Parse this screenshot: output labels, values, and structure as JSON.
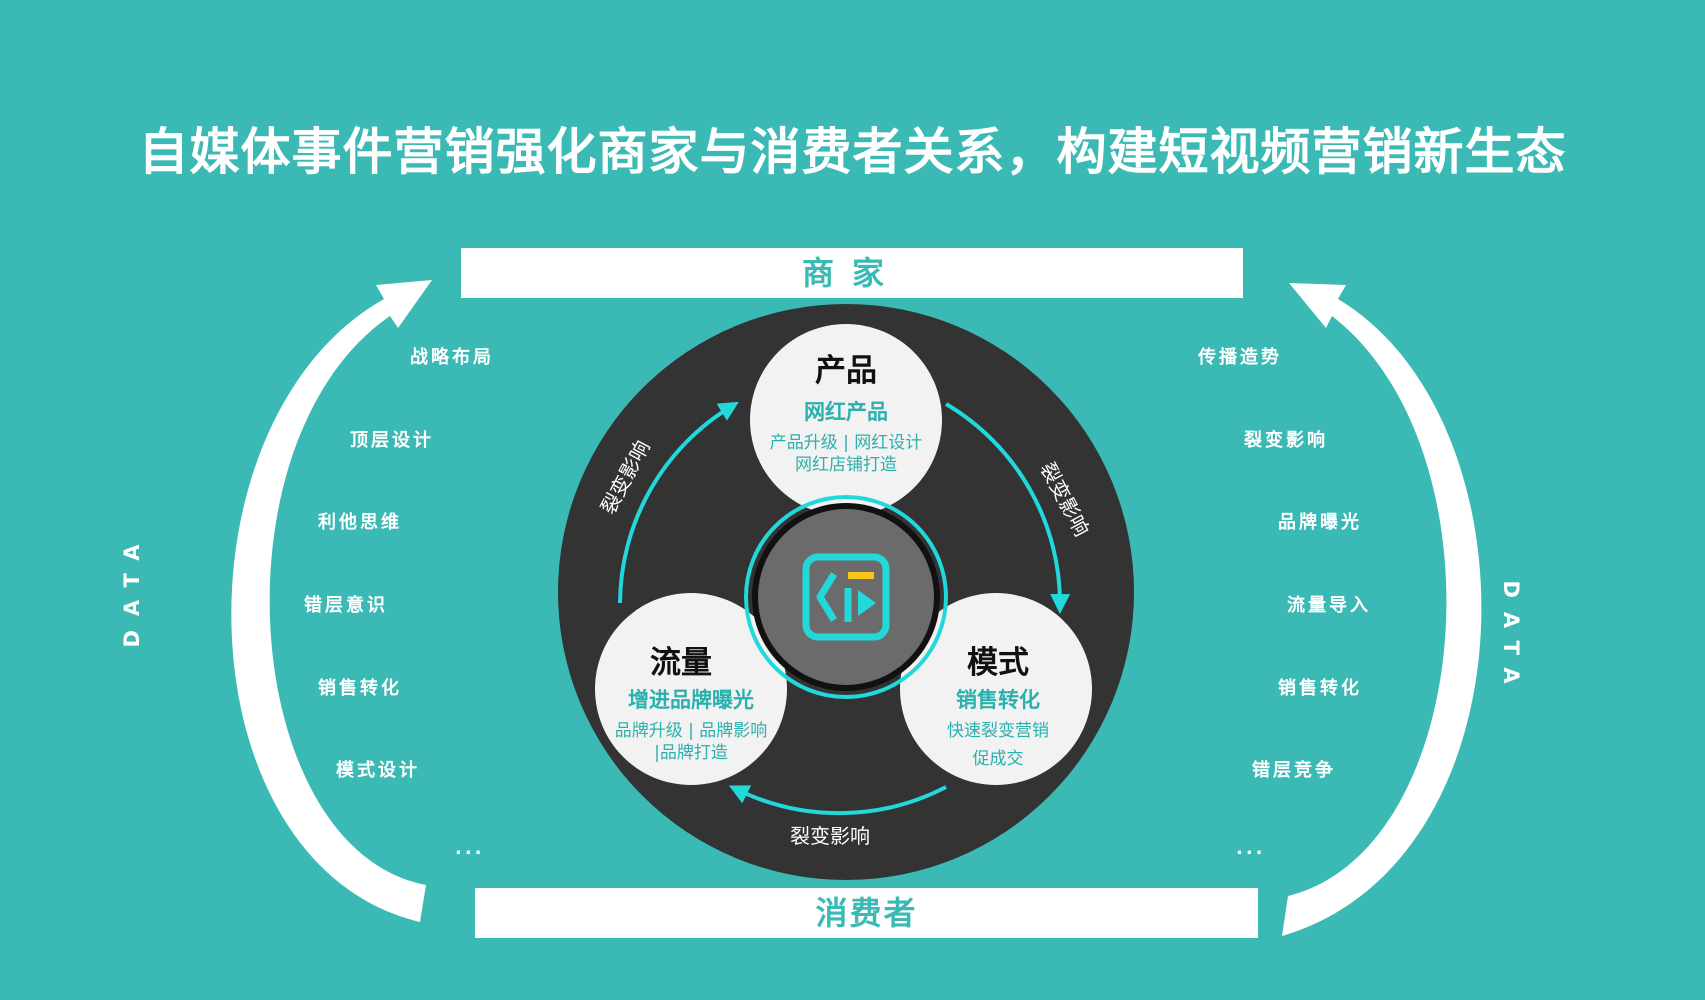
{
  "title": "自媒体事件营销强化商家与消费者关系，构建短视频营销新生态",
  "top_bar": "商家",
  "bottom_bar": "消费者",
  "left_arc_label": "DATA",
  "right_arc_label": "DATA",
  "left_items": [
    "战略布局",
    "顶层设计",
    "利他思维",
    "错层意识",
    "销售转化",
    "模式设计",
    "..."
  ],
  "right_items": [
    "传播造势",
    "裂变影响",
    "品牌曝光",
    "流量导入",
    "销售转化",
    "错层竞争",
    "..."
  ],
  "circles": {
    "product": {
      "title": "产品",
      "subtitle": "网红产品",
      "desc_line1": "产品升级 | 网红设计",
      "desc_line2": "网红店铺打造"
    },
    "traffic": {
      "title": "流量",
      "subtitle": "增进品牌曝光",
      "desc_line1": "品牌升级 | 品牌影响",
      "desc_line2": "|品牌打造"
    },
    "model": {
      "title": "模式",
      "subtitle": "销售转化",
      "desc_line1": "快速裂变营销",
      "desc_line2": "促成交"
    }
  },
  "flow_labels": {
    "left": "裂变影响",
    "right": "裂变影响",
    "bottom": "裂变影响"
  },
  "colors": {
    "background": "#3bbab5",
    "accent": "#2bb1ad",
    "dark_disc": "#333333",
    "arrow_cyan": "#23d8db"
  }
}
